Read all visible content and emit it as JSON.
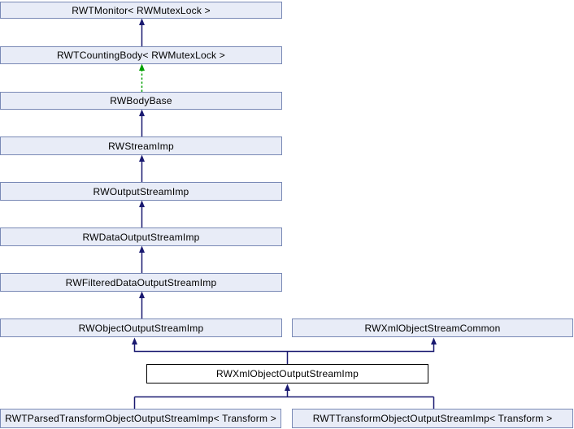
{
  "diagram": {
    "type": "class-inheritance-graph",
    "focus_class": "RWXmlObjectOutputStreamImp",
    "colors": {
      "background": "#ffffff",
      "text": "#000000",
      "node_fill": "#e8ecf7",
      "node_border": "#7989b5",
      "current_node_fill": "#ffffff",
      "current_node_border": "#000000",
      "inherit_arrow": "#191970",
      "protected_arrow": "#00a000"
    },
    "nodes": [
      {
        "id": "rwtmonitor",
        "label": "RWTMonitor< RWMutexLock >"
      },
      {
        "id": "rwtcountingbody",
        "label": "RWTCountingBody< RWMutexLock >"
      },
      {
        "id": "rwbodybase",
        "label": "RWBodyBase"
      },
      {
        "id": "rwstreamimp",
        "label": "RWStreamImp"
      },
      {
        "id": "rwoutputstreamimp",
        "label": "RWOutputStreamImp"
      },
      {
        "id": "rwdataoutputstreamimp",
        "label": "RWDataOutputStreamImp"
      },
      {
        "id": "rwfiltereddataoutputstreamimp",
        "label": "RWFilteredDataOutputStreamImp"
      },
      {
        "id": "rwobjectoutputstreamimp",
        "label": "RWObjectOutputStreamImp"
      },
      {
        "id": "rwxmlobjectstreamcommon",
        "label": "RWXmlObjectStreamCommon"
      },
      {
        "id": "rwxmlobjectoutputstreamimp",
        "label": "RWXmlObjectOutputStreamImp",
        "current": true
      },
      {
        "id": "rwtparsedtransformobjectoutputstreamimp",
        "label": "RWTParsedTransformObjectOutputStreamImp< Transform >"
      },
      {
        "id": "rwttransformobjectoutputstreamimp",
        "label": "RWTTransformObjectOutputStreamImp< Transform >"
      }
    ],
    "edges": [
      {
        "from": "RWTCountingBody< RWMutexLock >",
        "to": "RWTMonitor< RWMutexLock >",
        "line": "solid",
        "color": "#191970"
      },
      {
        "from": "RWBodyBase",
        "to": "RWTCountingBody< RWMutexLock >",
        "line": "dashed",
        "color": "#00a000"
      },
      {
        "from": "RWStreamImp",
        "to": "RWBodyBase",
        "line": "solid",
        "color": "#191970"
      },
      {
        "from": "RWOutputStreamImp",
        "to": "RWStreamImp",
        "line": "solid",
        "color": "#191970"
      },
      {
        "from": "RWDataOutputStreamImp",
        "to": "RWOutputStreamImp",
        "line": "solid",
        "color": "#191970"
      },
      {
        "from": "RWFilteredDataOutputStreamImp",
        "to": "RWDataOutputStreamImp",
        "line": "solid",
        "color": "#191970"
      },
      {
        "from": "RWObjectOutputStreamImp",
        "to": "RWFilteredDataOutputStreamImp",
        "line": "solid",
        "color": "#191970"
      },
      {
        "from": "RWXmlObjectOutputStreamImp",
        "to": "RWObjectOutputStreamImp",
        "line": "solid",
        "color": "#191970"
      },
      {
        "from": "RWXmlObjectOutputStreamImp",
        "to": "RWXmlObjectStreamCommon",
        "line": "solid",
        "color": "#191970"
      },
      {
        "from": "RWTParsedTransformObjectOutputStreamImp< Transform >",
        "to": "RWXmlObjectOutputStreamImp",
        "line": "solid",
        "color": "#191970"
      },
      {
        "from": "RWTTransformObjectOutputStreamImp< Transform >",
        "to": "RWXmlObjectOutputStreamImp",
        "line": "solid",
        "color": "#191970"
      }
    ]
  }
}
